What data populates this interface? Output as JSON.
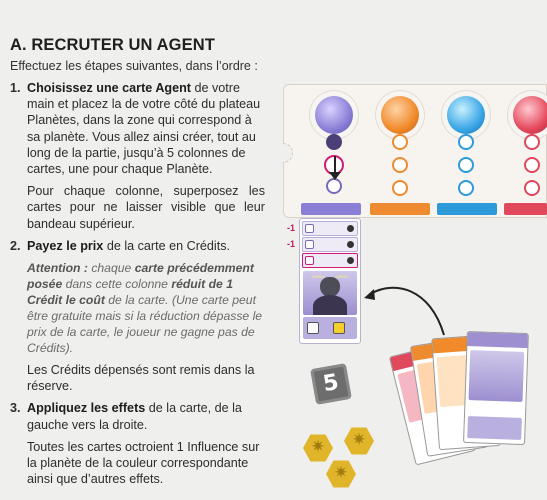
{
  "section": {
    "title": "A. RECRUTER UN AGENT",
    "intro": "Effectuez les étapes suivantes, dans l’ordre :"
  },
  "steps": [
    {
      "num": "1.",
      "lead": "Choisissez une carte Agent",
      "text": "de votre main et placez la de votre côté du plateau Planètes, dans la zone qui correspond à sa planète. Vous allez ainsi créer, tout au long de la partie, jusqu’à 5 colonnes de cartes, une pour chaque Planète.",
      "extra": "Pour chaque colonne, superposez les cartes pour ne laisser visible que leur bandeau supérieur."
    },
    {
      "num": "2.",
      "lead": "Payez le prix",
      "text": "de la carte en Crédits.",
      "note_lead": "Attention :",
      "note_part1": "chaque",
      "note_bold1": "carte précédemment posée",
      "note_part2": "dans cette colonne",
      "note_bold2": "réduit de 1 Crédit le coût",
      "note_part3": "de la carte. (Une carte peut être gratuite mais si la réduction dépasse le prix de la carte, le joueur ne gagne pas de Crédits).",
      "extra": "Les Crédits dépensés sont remis dans la réserve."
    },
    {
      "num": "3.",
      "lead": "Appliquez les effets",
      "text": "de la carte, de la gauche vers la droite.",
      "extra": "Toutes les cartes octroient 1 Influence sur la planète de la couleur correspondante ainsi que d’autres effets."
    }
  ],
  "illustration": {
    "discount_1": "-1",
    "discount_2": "-1",
    "credit_value": "5",
    "colors": {
      "purple": "#8a7fd6",
      "orange": "#ee8a2f",
      "blue": "#2d9ad9",
      "red": "#e0485b",
      "highlight": "#d11b78",
      "gold": "#e0b52a"
    }
  }
}
